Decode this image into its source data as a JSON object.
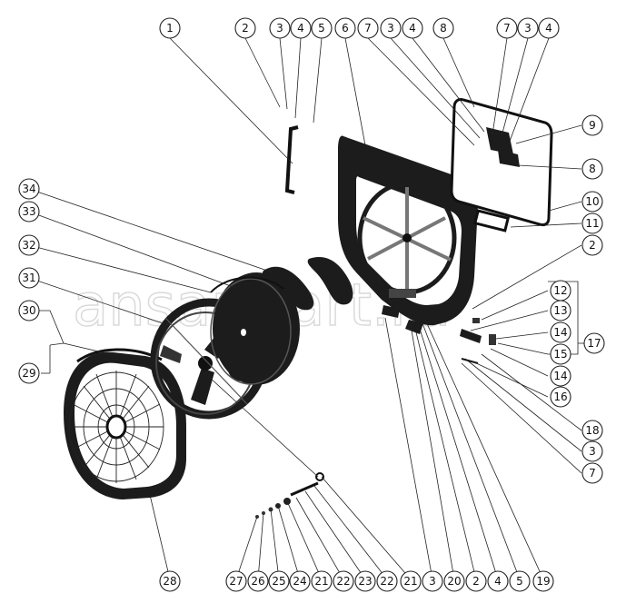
{
  "watermark": "ansar-part.ru",
  "callouts": [
    {
      "id": "c1",
      "label": "1"
    },
    {
      "id": "c2a",
      "label": "2"
    },
    {
      "id": "c3a",
      "label": "3"
    },
    {
      "id": "c4a",
      "label": "4"
    },
    {
      "id": "c5a",
      "label": "5"
    },
    {
      "id": "c6",
      "label": "6"
    },
    {
      "id": "c7a",
      "label": "7"
    },
    {
      "id": "c3b",
      "label": "3"
    },
    {
      "id": "c4b",
      "label": "4"
    },
    {
      "id": "c8a",
      "label": "8"
    },
    {
      "id": "c7b",
      "label": "7"
    },
    {
      "id": "c3c",
      "label": "3"
    },
    {
      "id": "c4c",
      "label": "4"
    },
    {
      "id": "c9",
      "label": "9"
    },
    {
      "id": "c8b",
      "label": "8"
    },
    {
      "id": "c10",
      "label": "10"
    },
    {
      "id": "c11",
      "label": "11"
    },
    {
      "id": "c2b",
      "label": "2"
    },
    {
      "id": "c12",
      "label": "12"
    },
    {
      "id": "c13",
      "label": "13"
    },
    {
      "id": "c14a",
      "label": "14"
    },
    {
      "id": "c15",
      "label": "15"
    },
    {
      "id": "c17",
      "label": "17"
    },
    {
      "id": "c14b",
      "label": "14"
    },
    {
      "id": "c16",
      "label": "16"
    },
    {
      "id": "c18",
      "label": "18"
    },
    {
      "id": "c3d",
      "label": "3"
    },
    {
      "id": "c7c",
      "label": "7"
    },
    {
      "id": "c34",
      "label": "34"
    },
    {
      "id": "c33",
      "label": "33"
    },
    {
      "id": "c32",
      "label": "32"
    },
    {
      "id": "c31",
      "label": "31"
    },
    {
      "id": "c30",
      "label": "30"
    },
    {
      "id": "c29",
      "label": "29"
    },
    {
      "id": "c28",
      "label": "28"
    },
    {
      "id": "c27",
      "label": "27"
    },
    {
      "id": "c26",
      "label": "26"
    },
    {
      "id": "c25",
      "label": "25"
    },
    {
      "id": "c24",
      "label": "24"
    },
    {
      "id": "c21a",
      "label": "21"
    },
    {
      "id": "c22a",
      "label": "22"
    },
    {
      "id": "c23",
      "label": "23"
    },
    {
      "id": "c22b",
      "label": "22"
    },
    {
      "id": "c21b",
      "label": "21"
    },
    {
      "id": "c3e",
      "label": "3"
    },
    {
      "id": "c20",
      "label": "20"
    },
    {
      "id": "c2c",
      "label": "2"
    },
    {
      "id": "c4d",
      "label": "4"
    },
    {
      "id": "c5b",
      "label": "5"
    },
    {
      "id": "c19",
      "label": "19"
    }
  ]
}
